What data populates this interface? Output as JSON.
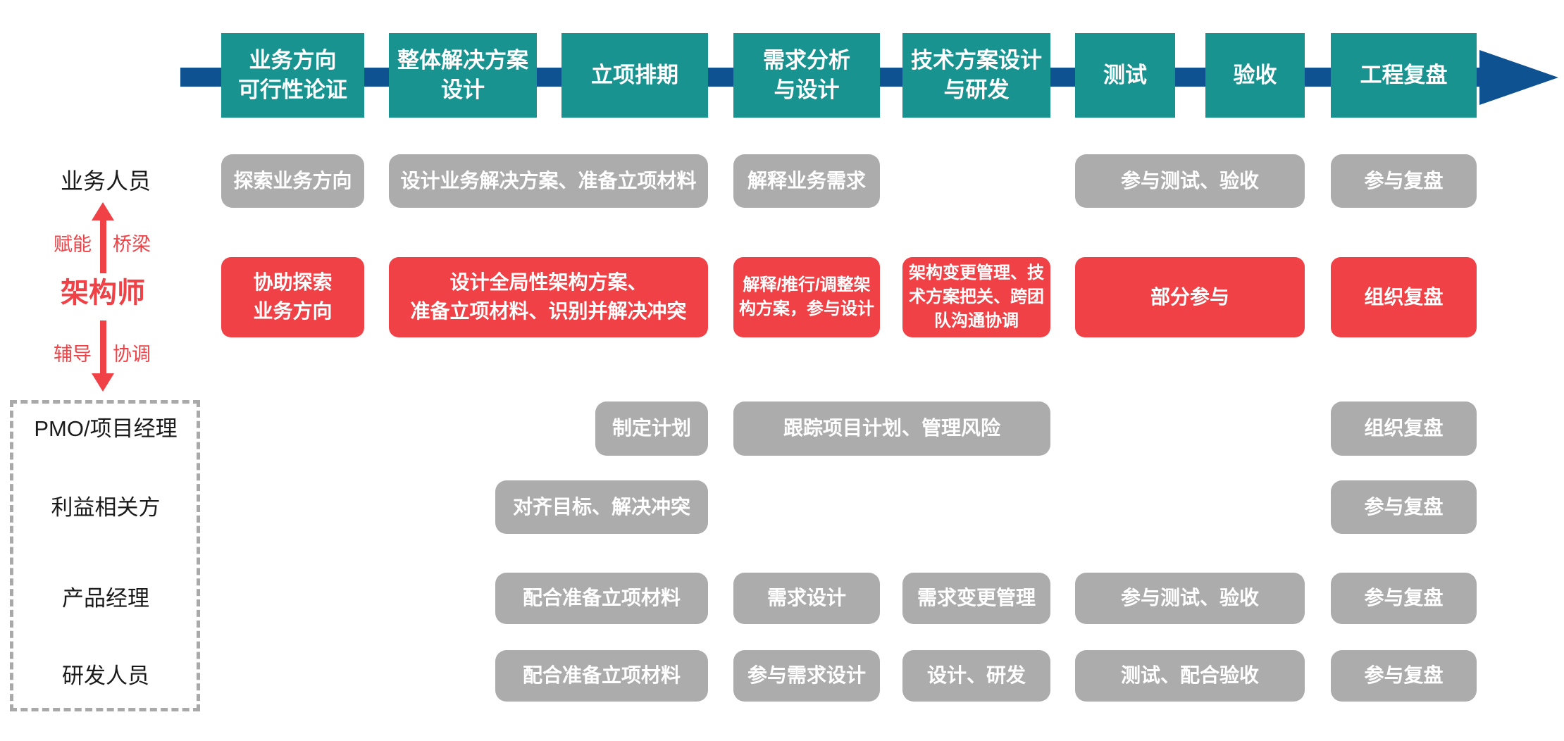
{
  "colors": {
    "teal": "#189390",
    "blue": "#0E5291",
    "red": "#EF4146",
    "gray": "#ACACAC",
    "dash_border": "#A9A9A9",
    "ink": "#1A1A1A"
  },
  "phases": [
    "业务方向\n可行性论证",
    "整体解决方案\n设计",
    "立项排期",
    "需求分析\n与设计",
    "技术方案设计\n与研发",
    "测试",
    "验收",
    "工程复盘"
  ],
  "actors": {
    "business": "业务人员",
    "architect": "架构师",
    "enable": "赋能",
    "bridge": "桥梁",
    "coach": "辅导",
    "coordinate": "协调",
    "group": [
      "PMO/项目经理",
      "利益相关方",
      "产品经理",
      "研发人员"
    ]
  },
  "tasks": {
    "business": [
      "探索业务方向",
      "设计业务解决方案、准备立项材料",
      "解释业务需求",
      "参与测试、验收",
      "参与复盘"
    ],
    "architect": [
      "协助探索\n业务方向",
      "设计全局性架构方案、\n准备立项材料、识别并解决冲突",
      "解释/推行/调整架\n构方案，参与设计",
      "架构变更管理、技\n术方案把关、跨团\n队沟通协调",
      "部分参与",
      "组织复盘"
    ],
    "pmo": [
      "制定计划",
      "跟踪项目计划、管理风险",
      "组织复盘"
    ],
    "stakeholder": [
      "对齐目标、解决冲突",
      "参与复盘"
    ],
    "product": [
      "配合准备立项材料",
      "需求设计",
      "需求变更管理",
      "参与测试、验收",
      "参与复盘"
    ],
    "dev": [
      "配合准备立项材料",
      "参与需求设计",
      "设计、研发",
      "测试、配合验收",
      "参与复盘"
    ]
  }
}
